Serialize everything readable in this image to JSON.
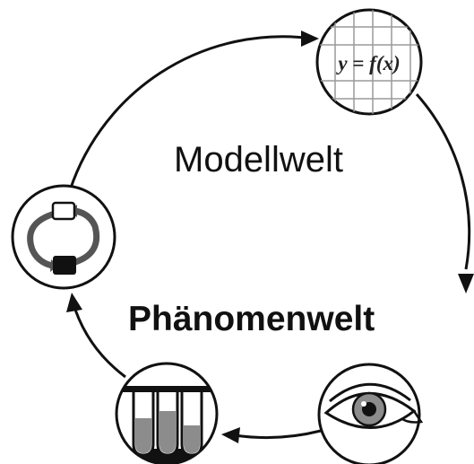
{
  "labels": {
    "model_world": "Modellwelt",
    "phenomenon_world": "Phänomenwelt"
  },
  "nodes": [
    {
      "id": "model-function",
      "text": "y = f(x)",
      "icon": "graph-grid-icon"
    },
    {
      "id": "observation",
      "icon": "eye-icon"
    },
    {
      "id": "experiment",
      "icon": "test-tubes-icon"
    },
    {
      "id": "process-model",
      "icon": "cycle-process-icon"
    }
  ],
  "colors": {
    "stroke": "#111111",
    "grid_line": "#9a9a9a",
    "liquid": "#8c8c8c",
    "node_fill": "#ffffff"
  }
}
